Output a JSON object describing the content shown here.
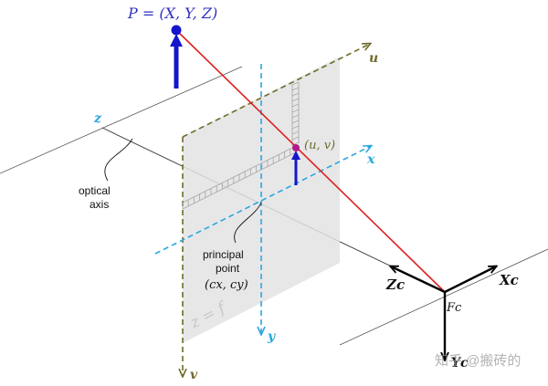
{
  "point_label": "P = (X, Y, Z)",
  "image_point_label": "(u, v)",
  "axes": {
    "u": "u",
    "v": "v",
    "x": "x",
    "y": "y",
    "z": "z",
    "Xc": "Xc",
    "Yc": "Yc",
    "Zc": "Zc"
  },
  "frame_label": "Fc",
  "plane_label": "z = f",
  "optical_axis": [
    "optical",
    "axis"
  ],
  "principal_point": [
    "principal",
    "point",
    "(cx, cy)"
  ],
  "watermark": "知乎 @搬砖的",
  "colors": {
    "ray": "#e02020",
    "arrow": "#1515cc",
    "image_axis": "#2aa7df",
    "pixel_axis": "#6f6a2a",
    "plane_fill": "#e3e3e3",
    "label_blue": "#2f2fbf"
  }
}
